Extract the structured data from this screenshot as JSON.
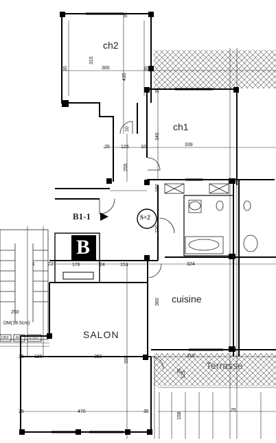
{
  "rooms": {
    "ch2": "ch2",
    "ch1": "ch1",
    "cuisine": "cuisine",
    "salon": "SALON",
    "terrasse": "Terrasse"
  },
  "markers": {
    "section": "B1-1",
    "level": "S+2",
    "block": "B"
  },
  "small_labels": {
    "dm": "DM(18.5cm)",
    "box1": "DIFF",
    "box2": "RG",
    "box3": "STEG"
  },
  "dims": {
    "ch2_width": "300",
    "ch2_left": "35",
    "ch2_right": "35",
    "ch2_height": "315",
    "ch2_total": "435",
    "ch2_top": "35",
    "ch1_top": "35",
    "ch1_height": "340",
    "ch1_width": "339",
    "r25": "25",
    "r125": "125",
    "r10": "10",
    "r10b": "10",
    "r255": "255",
    "r160": "160",
    "r220": "220",
    "r22": "22",
    "r176": "176",
    "r24": "24",
    "r153": "153",
    "r324": "324",
    "r360": "360",
    "r1": "1",
    "r250": "250",
    "salon_left": "25",
    "salon_w120": "120",
    "salon_w350": "350",
    "salon_h558": "558",
    "r35a": "35",
    "r315": "315",
    "r35b": "35",
    "r25b": "25",
    "r470": "470",
    "r35c": "35",
    "r158": "158",
    "r125b": "125",
    "r25c": "25"
  },
  "colors": {
    "wall": "#000000",
    "line": "#222222",
    "hatch": "#555555"
  }
}
